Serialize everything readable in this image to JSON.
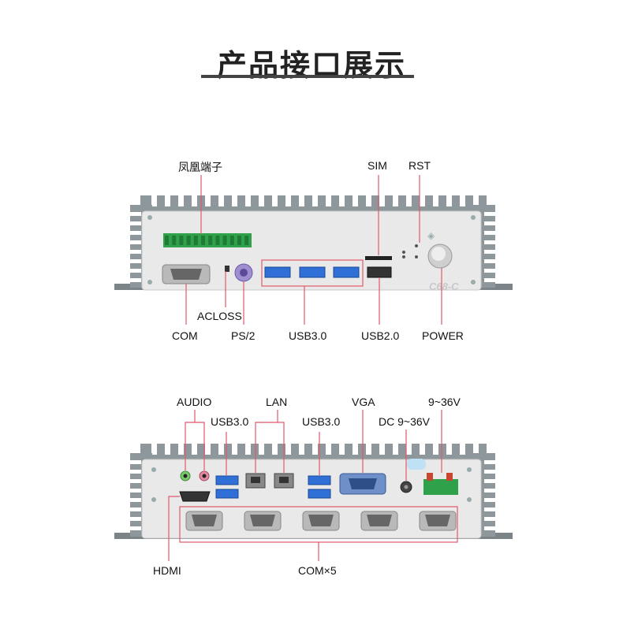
{
  "title": "产品接口展示",
  "colors": {
    "callout_line": "#e05a6a",
    "chassis": "#e9e9e9",
    "fin": "#8e979b",
    "usb3_blue": "#2f6fd6",
    "terminal_green": "#2fa14a",
    "title_bar": "#444444"
  },
  "front_panel": {
    "model_mark": "C68-C",
    "labels_top": {
      "phoenix": "凤凰端子",
      "sim": "SIM",
      "rst": "RST"
    },
    "labels_bottom": {
      "acloss": "ACLOSS",
      "com": "COM",
      "ps2": "PS/2",
      "usb3": "USB3.0",
      "usb2": "USB2.0",
      "power": "POWER"
    }
  },
  "rear_panel": {
    "labels_top": {
      "audio": "AUDIO",
      "usb3_left": "USB3.0",
      "lan": "LAN",
      "usb3_right": "USB3.0",
      "vga": "VGA",
      "dc": "DC 9~36V",
      "voltage": "9~36V"
    },
    "labels_bottom": {
      "hdmi": "HDMI",
      "com5": "COM×5"
    }
  }
}
